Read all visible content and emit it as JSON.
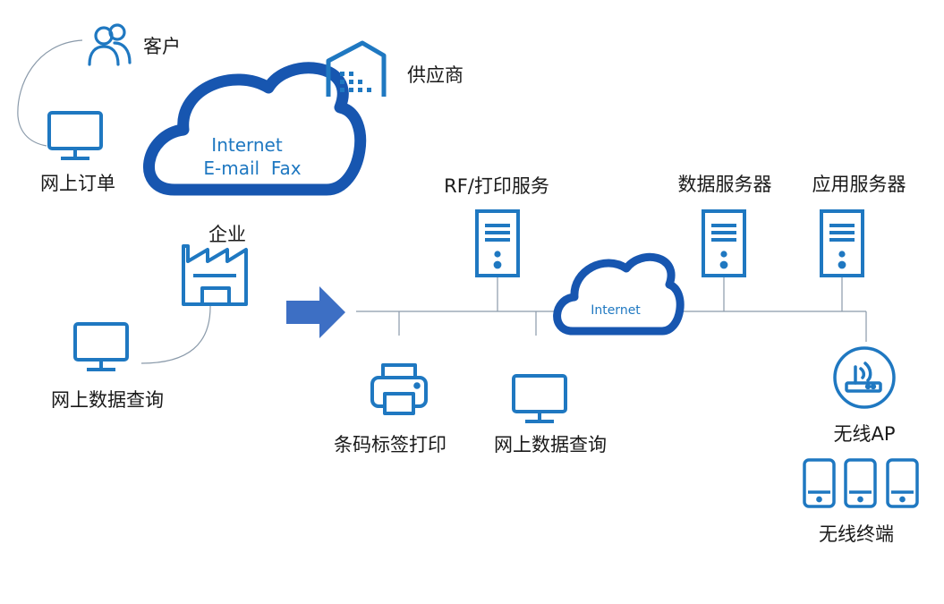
{
  "colors": {
    "primary": "#1756b0",
    "icon": "#1f78c1",
    "arrow": "#3d6fc4",
    "line": "#8a9aaa"
  },
  "nodes": {
    "customer": {
      "label": "客户",
      "icon": "users-icon"
    },
    "supplier": {
      "label": "供应商",
      "icon": "building-icon"
    },
    "online_order": {
      "label": "网上订单",
      "icon": "monitor-icon"
    },
    "enterprise": {
      "label": "企业",
      "icon": "factory-icon"
    },
    "online_query_left": {
      "label": "网上数据查询",
      "icon": "monitor-icon"
    },
    "rf_print_service": {
      "label": "RF/打印服务",
      "icon": "server-icon"
    },
    "data_server": {
      "label": "数据服务器",
      "icon": "server-icon"
    },
    "app_server": {
      "label": "应用服务器",
      "icon": "server-icon"
    },
    "barcode_print": {
      "label": "条码标签打印",
      "icon": "printer-icon"
    },
    "online_query_right": {
      "label": "网上数据查询",
      "icon": "monitor-icon"
    },
    "wireless_ap": {
      "label": "无线AP",
      "icon": "router-icon"
    },
    "wireless_terminals": {
      "label": "无线终端",
      "icon": "tablet-icon"
    }
  },
  "big_cloud": {
    "line1": "Internet",
    "line2": "E-mail  Fax"
  },
  "small_cloud": {
    "label": "Internet"
  }
}
